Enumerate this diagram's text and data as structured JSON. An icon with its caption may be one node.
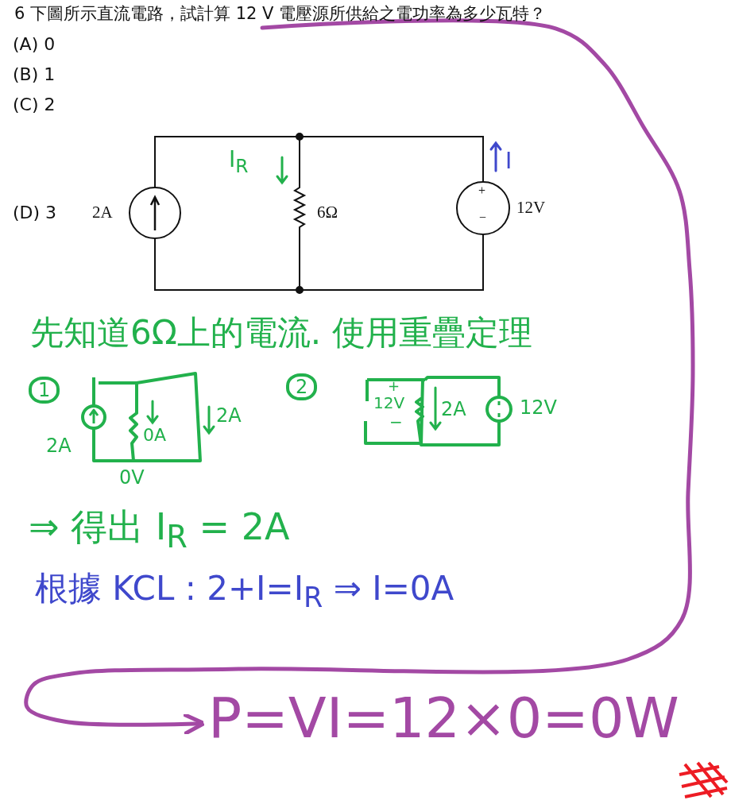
{
  "diagram": {
    "nodes": [
      {
        "text": [
          "6 下圖所示直流電路，試計算 12 V 電壓源所供給之電功率為多少瓦特？"
        ]
      },
      {
        "text": [
          "P=VI=12×0=0W"
        ]
      }
    ],
    "edges": [
      {
        "from": 0,
        "to": 1,
        "arrow": "to",
        "color": "#a349a4"
      }
    ],
    "labels": [
      "(A) 0",
      "(B) 1",
      "(C) 2",
      "(D) 3",
      "2A",
      "6Ω",
      "+",
      "−",
      "12V",
      "I$_{R}$",
      "I",
      "先知道6Ω上的電流. 使用重疊定理",
      "1",
      "2A",
      "0A",
      "2A",
      "0V",
      "2",
      "+",
      "12V",
      "−",
      "2A",
      "12V",
      "⇒ 得出 I$_{R}$ = 2A",
      "根據 KCL : 2+I=I$_{R}$ ⇒ I=0A"
    ]
  }
}
